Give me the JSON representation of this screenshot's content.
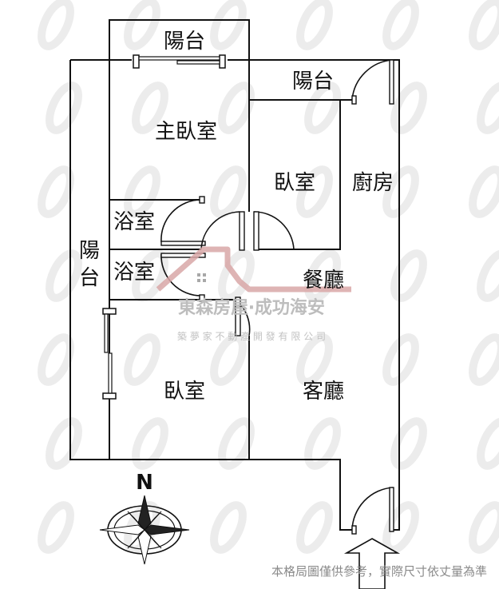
{
  "rooms": {
    "balcony_top": "陽台",
    "balcony_right": "陽台",
    "master_bedroom": "主臥室",
    "bedroom_upper": "臥室",
    "kitchen": "廚房",
    "bathroom_upper": "浴室",
    "bathroom_lower": "浴室",
    "balcony_left_line1": "陽",
    "balcony_left_line2": "台",
    "dining": "餐廳",
    "bedroom_lower": "臥室",
    "living": "客廳"
  },
  "branding": {
    "name": "東森房屋‧成功海安",
    "slogan": "築 夢 家 不 動 產 開 發 有 限 公 司",
    "logo_color": "#d9a7a7"
  },
  "compass": {
    "north_label": "N"
  },
  "footer": {
    "disclaimer": "本格局圖僅供參考，實際尺寸依丈量為準"
  }
}
